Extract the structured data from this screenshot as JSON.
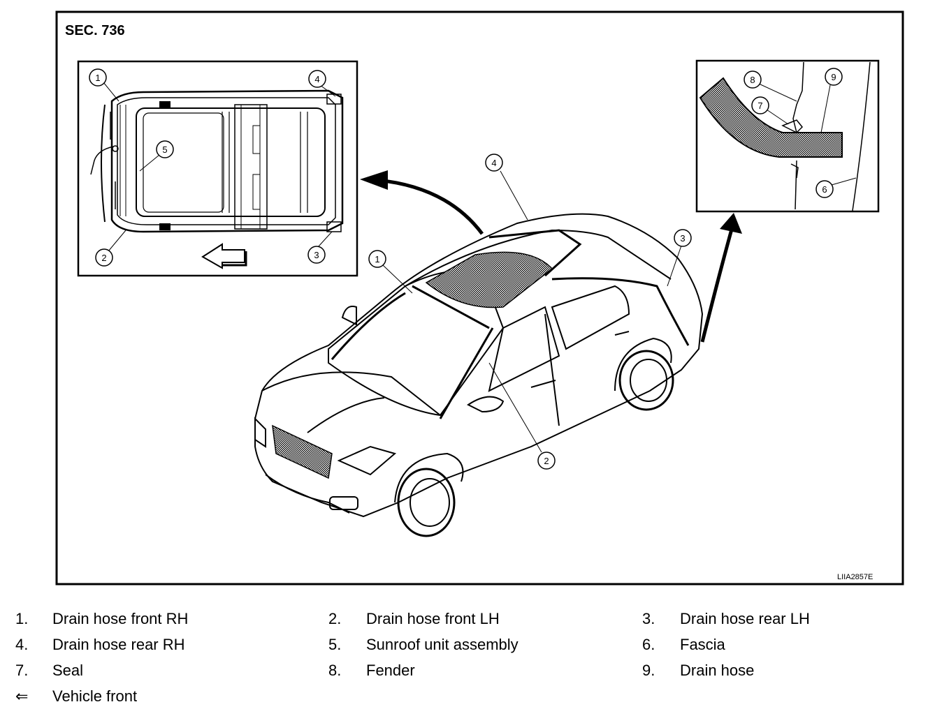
{
  "section_label": "SEC. 736",
  "figure_code": "LIIA2857E",
  "callouts": [
    "1",
    "2",
    "3",
    "4",
    "5",
    "6",
    "7",
    "8",
    "9"
  ],
  "legend": [
    {
      "num": "1.",
      "text": "Drain hose front RH"
    },
    {
      "num": "2.",
      "text": "Drain hose front LH"
    },
    {
      "num": "3.",
      "text": "Drain hose rear LH"
    },
    {
      "num": "4.",
      "text": "Drain hose rear RH"
    },
    {
      "num": "5.",
      "text": "Sunroof unit assembly"
    },
    {
      "num": "6.",
      "text": "Fascia"
    },
    {
      "num": "7.",
      "text": "Seal"
    },
    {
      "num": "8.",
      "text": "Fender"
    },
    {
      "num": "9.",
      "text": "Drain hose"
    },
    {
      "num": "⇐",
      "text": "Vehicle front"
    }
  ]
}
